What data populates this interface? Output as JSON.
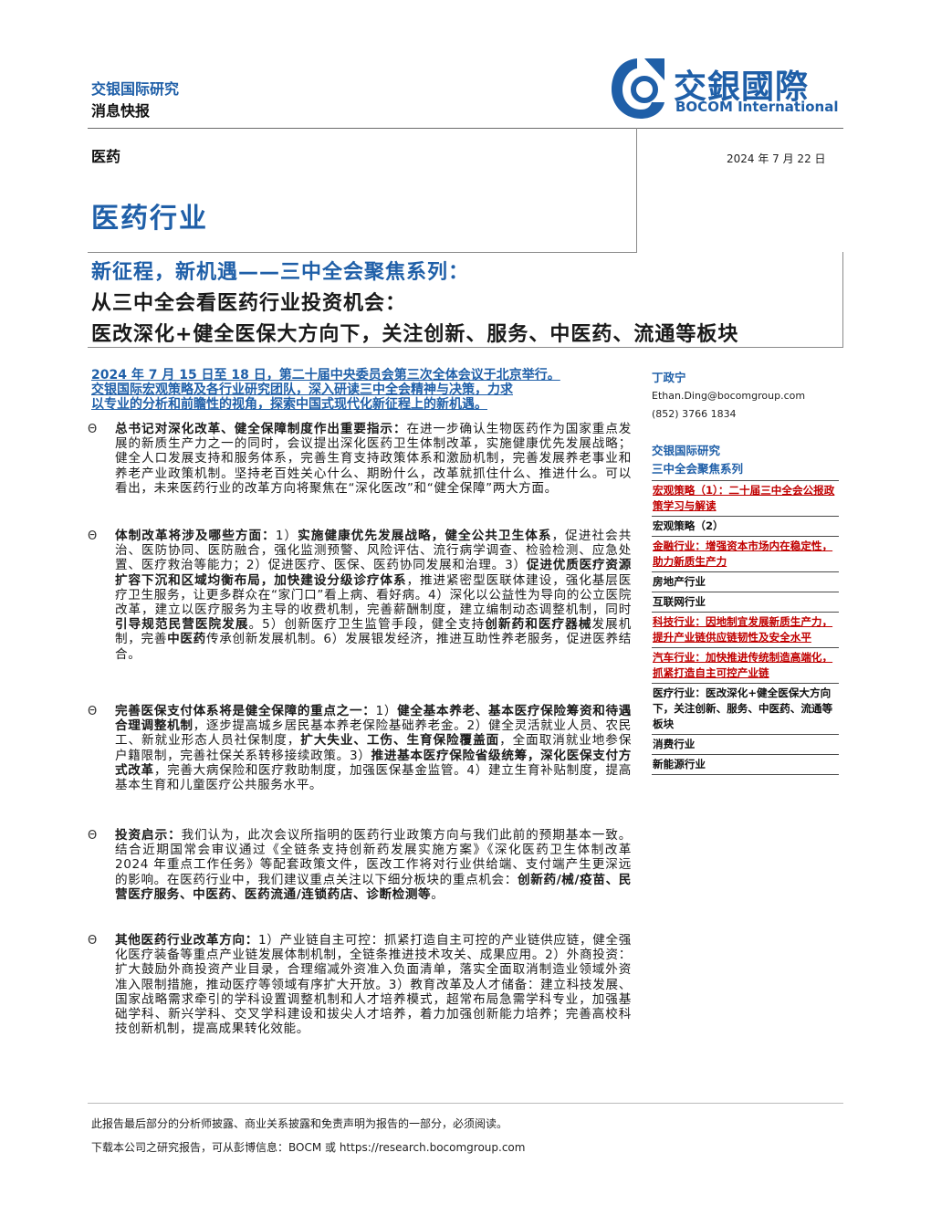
{
  "header": {
    "org": "交银国际研究",
    "report_type": "消息快报",
    "sector_tag": "医药",
    "date": "2024 年 7 月 22 日",
    "logo_cn": "交銀國際",
    "logo_en": "BOCOM International"
  },
  "title": {
    "main": "医药行业",
    "line1": "新征程，新机遇——三中全会聚焦系列：",
    "line2": "从三中全会看医药行业投资机会：",
    "line3": "医改深化+健全医保大方向下，关注创新、服务、中医药、流通等板块"
  },
  "intro": [
    "2024 年 7 月 15 日至 18 日，第二十届中央委员会第三次全体会议于北京举行。",
    "交银国际宏观策略及各行业研究团队，深入研读三中全会精神与决策，力求",
    "以专业的分析和前瞻性的视角，探索中国式现代化新征程上的新机遇。"
  ],
  "bullets": [
    {
      "segments": [
        {
          "b": true,
          "t": "总书记对深化改革、健全保障制度作出重要指示："
        },
        {
          "b": false,
          "t": "在进一步确认生物医药作为国家重点发展的新质生产力之一的同时，会议提出深化医药卫生体制改革，实施健康优先发展战略；健全人口发展支持和服务体系，完善生育支持政策体系和激励机制，完善发展养老事业和养老产业政策机制。坚持老百姓关心什么、期盼什么，改革就抓住什么、推进什么。可以看出，未来医药行业的改革方向将聚焦在“深化医改”和“健全保障”两大方面。"
        }
      ]
    },
    {
      "segments": [
        {
          "b": true,
          "t": "体制改革将涉及哪些方面："
        },
        {
          "b": false,
          "t": "1）"
        },
        {
          "b": true,
          "t": "实施健康优先发展战略，健全公共卫生体系"
        },
        {
          "b": false,
          "t": "，促进社会共治、医防协同、医防融合，强化监测预警、风险评估、流行病学调查、检验检测、应急处置、医疗救治等能力；2）促进医疗、医保、医药协同发展和治理。3）"
        },
        {
          "b": true,
          "t": "促进优质医疗资源扩容下沉和区域均衡布局，加快建设分级诊疗体系"
        },
        {
          "b": false,
          "t": "，推进紧密型医联体建设，强化基层医疗卫生服务，让更多群众在“家门口”看上病、看好病。4）深化以公益性为导向的公立医院改革，建立以医疗服务为主导的收费机制，完善薪酬制度，建立编制动态调整机制，同时"
        },
        {
          "b": true,
          "t": "引导规范民营医院发展"
        },
        {
          "b": false,
          "t": "。5）创新医疗卫生监管手段，健全支持"
        },
        {
          "b": true,
          "t": "创新药和医疗器械"
        },
        {
          "b": false,
          "t": "发展机制，完善"
        },
        {
          "b": true,
          "t": "中医药"
        },
        {
          "b": false,
          "t": "传承创新发展机制。6）发展银发经济，推进互助性养老服务，促进医养结合。"
        }
      ]
    },
    {
      "segments": [
        {
          "b": true,
          "t": "完善医保支付体系将是健全保障的重点之一："
        },
        {
          "b": false,
          "t": "1）"
        },
        {
          "b": true,
          "t": "健全基本养老、基本医疗保险筹资和待遇合理调整机制"
        },
        {
          "b": false,
          "t": "，逐步提高城乡居民基本养老保险基础养老金。2）健全灵活就业人员、农民工、新就业形态人员社保制度，"
        },
        {
          "b": true,
          "t": "扩大失业、工伤、生育保险覆盖面"
        },
        {
          "b": false,
          "t": "，全面取消就业地参保户籍限制，完善社保关系转移接续政策。3）"
        },
        {
          "b": true,
          "t": "推进基本医疗保险省级统筹，深化医保支付方式改革"
        },
        {
          "b": false,
          "t": "，完善大病保险和医疗救助制度，加强医保基金监管。4）建立生育补贴制度，提高基本生育和儿童医疗公共服务水平。"
        }
      ]
    },
    {
      "segments": [
        {
          "b": true,
          "t": "投资启示："
        },
        {
          "b": false,
          "t": "我们认为，此次会议所指明的医药行业政策方向与我们此前的预期基本一致。结合近期国常会审议通过《全链条支持创新药发展实施方案》《深化医药卫生体制改革 2024 年重点工作任务》等配套政策文件，医改工作将对行业供给端、支付端产生更深远的影响。在医药行业中，我们建议重点关注以下细分板块的重点机会："
        },
        {
          "b": true,
          "t": "创新药/械/疫苗、民营医疗服务、中医药、医药流通/连锁药店、诊断检测等"
        },
        {
          "b": false,
          "t": "。"
        }
      ]
    },
    {
      "segments": [
        {
          "b": true,
          "t": "其他医药行业改革方向："
        },
        {
          "b": false,
          "t": "1）产业链自主可控：抓紧打造自主可控的产业链供应链，健全强化医疗装备等重点产业链发展体制机制，全链条推进技术攻关、成果应用。2）外商投资：扩大鼓励外商投资产业目录，合理缩减外资准入负面清单，落实全面取消制造业领域外资准入限制措施，推动医疗等领域有序扩大开放。3）教育改革及人才储备：建立科技发展、国家战略需求牵引的学科设置调整机制和人才培养模式，超常布局急需学科专业，加强基础学科、新兴学科、交叉学科建设和拔尖人才培养，着力加强创新能力培养；完善高校科技创新机制，提高成果转化效能。"
        }
      ]
    }
  ],
  "bullet_mark": "Θ",
  "analyst": {
    "name": "丁政宁",
    "email": "Ethan.Ding@bocomgroup.com",
    "phone": "(852) 3766 1834"
  },
  "sidebar": {
    "heading1": "交银国际研究",
    "heading2": "三中全会聚焦系列",
    "items": [
      {
        "label": "宏观策略（1）：二十届三中全会公报政策学习与解读",
        "link": true
      },
      {
        "label": "宏观策略（2）",
        "link": false
      },
      {
        "label": "金融行业：增强资本市场内在稳定性，助力新质生产力",
        "link": true
      },
      {
        "label": "房地产行业",
        "link": false
      },
      {
        "label": "互联网行业",
        "link": false
      },
      {
        "label": "科技行业：因地制宜发展新质生产力，提升产业链供应链韧性及安全水平",
        "link": true
      },
      {
        "label": "汽车行业：加快推进传统制造高端化，抓紧打造自主可控产业链",
        "link": true
      },
      {
        "label": "医疗行业：医改深化+健全医保大方向下，关注创新、服务、中医药、流通等板块",
        "link": false
      },
      {
        "label": "消费行业",
        "link": false
      },
      {
        "label": "新能源行业",
        "link": false
      }
    ]
  },
  "footer": {
    "disclaimer": "此报告最后部分的分析师披露、商业关系披露和免责声明为报告的一部分，必须阅读。",
    "download": "下载本公司之研究报告，可从彭博信息：BOCM 或 https://research.bocomgroup.com"
  },
  "colors": {
    "brand_blue": "#1f5fa8",
    "link_red": "#c00000"
  }
}
